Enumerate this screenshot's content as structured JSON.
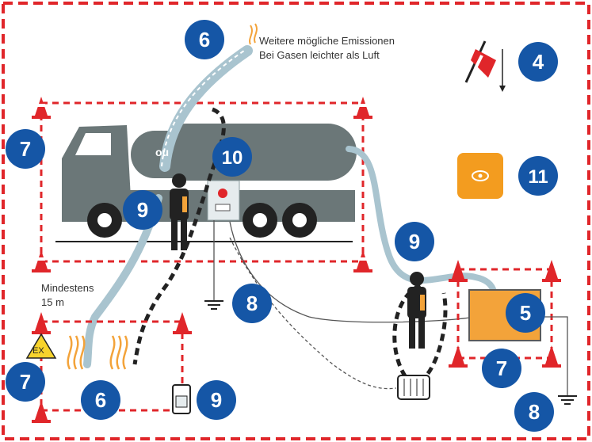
{
  "emission_note": {
    "line1": "Weitere mögliche Emissionen",
    "line2": "Bei Gasen leichter als Luft"
  },
  "distance_note": {
    "line1": "Mindestens",
    "line2": "15 m"
  },
  "tank_label": "ou",
  "ex_sign": "EX",
  "badges": [
    {
      "id": "badge-6-top",
      "label": "6"
    },
    {
      "id": "badge-4",
      "label": "4"
    },
    {
      "id": "badge-7-truck",
      "label": "7"
    },
    {
      "id": "badge-10",
      "label": "10"
    },
    {
      "id": "badge-11",
      "label": "11"
    },
    {
      "id": "badge-9-truck",
      "label": "9"
    },
    {
      "id": "badge-9-right",
      "label": "9"
    },
    {
      "id": "badge-8-center",
      "label": "8"
    },
    {
      "id": "badge-5",
      "label": "5"
    },
    {
      "id": "badge-7-bottom-left",
      "label": "7"
    },
    {
      "id": "badge-7-bottom-right",
      "label": "7"
    },
    {
      "id": "badge-6-bottom",
      "label": "6"
    },
    {
      "id": "badge-9-bottom",
      "label": "9"
    },
    {
      "id": "badge-8-bottom-right",
      "label": "8"
    }
  ],
  "colors": {
    "badge_blue": "#1556a6",
    "hazard_red": "#e0262a",
    "truck_gray": "#6b7778",
    "hose_blue": "#a9c4cf",
    "pit_orange": "#f3a33a",
    "icon_orange": "#f39c1f"
  }
}
